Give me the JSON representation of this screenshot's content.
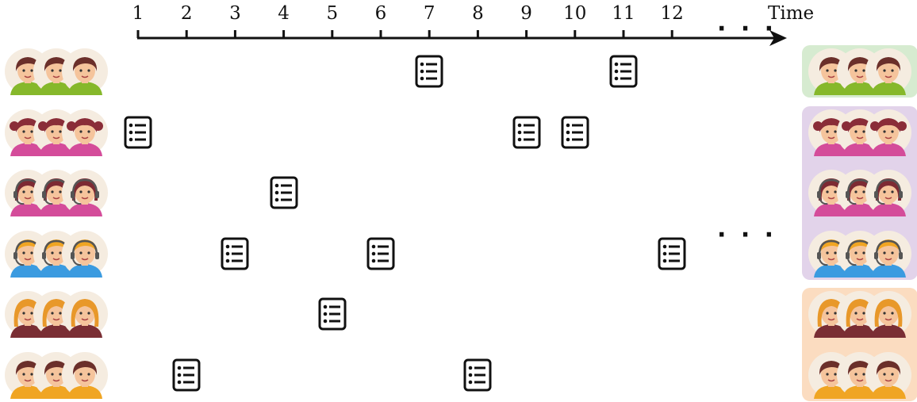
{
  "axis": {
    "ticks": [
      "1",
      "2",
      "3",
      "4",
      "5",
      "6",
      "7",
      "8",
      "9",
      "10",
      "11",
      "12"
    ],
    "end_label": "Time",
    "ellipsis": "· · ·"
  },
  "rows": [
    {
      "avatar": {
        "hair": "#6b2f2a",
        "shirt": "#86b82b",
        "skin": "#f5c49c",
        "style": "boy",
        "headset": false
      },
      "events": [
        7,
        11
      ],
      "group": "green"
    },
    {
      "avatar": {
        "hair": "#8a2d38",
        "shirt": "#d44c9a",
        "skin": "#f5c49c",
        "style": "pigtails",
        "headset": false
      },
      "events": [
        1,
        9,
        10
      ],
      "group": "purple"
    },
    {
      "avatar": {
        "hair": "#7d2a33",
        "shirt": "#d44c9a",
        "skin": "#f5c49c",
        "style": "girl",
        "headset": true
      },
      "events": [
        4
      ],
      "group": "purple"
    },
    {
      "avatar": {
        "hair": "#f0a523",
        "shirt": "#3b9be0",
        "skin": "#f5c49c",
        "style": "boy",
        "headset": true
      },
      "events": [
        3,
        6,
        12
      ],
      "group": "purple"
    },
    {
      "avatar": {
        "hair": "#e8982a",
        "shirt": "#7a2e34",
        "skin": "#f5c49c",
        "style": "longhair",
        "headset": false
      },
      "events": [
        5
      ],
      "group": "orange"
    },
    {
      "avatar": {
        "hair": "#6b2f2a",
        "shirt": "#f0a523",
        "skin": "#f5c49c",
        "style": "boy",
        "headset": false
      },
      "events": [
        2,
        8
      ],
      "group": "orange"
    }
  ],
  "groups": [
    {
      "id": "green",
      "color": "#d6ebd0"
    },
    {
      "id": "purple",
      "color": "#e2d3ea"
    },
    {
      "id": "orange",
      "color": "#fbdcc0"
    }
  ],
  "icons": {
    "event": "list-document-icon",
    "avatar": "person-avatar-icon",
    "arrow": "arrow-right-icon"
  }
}
